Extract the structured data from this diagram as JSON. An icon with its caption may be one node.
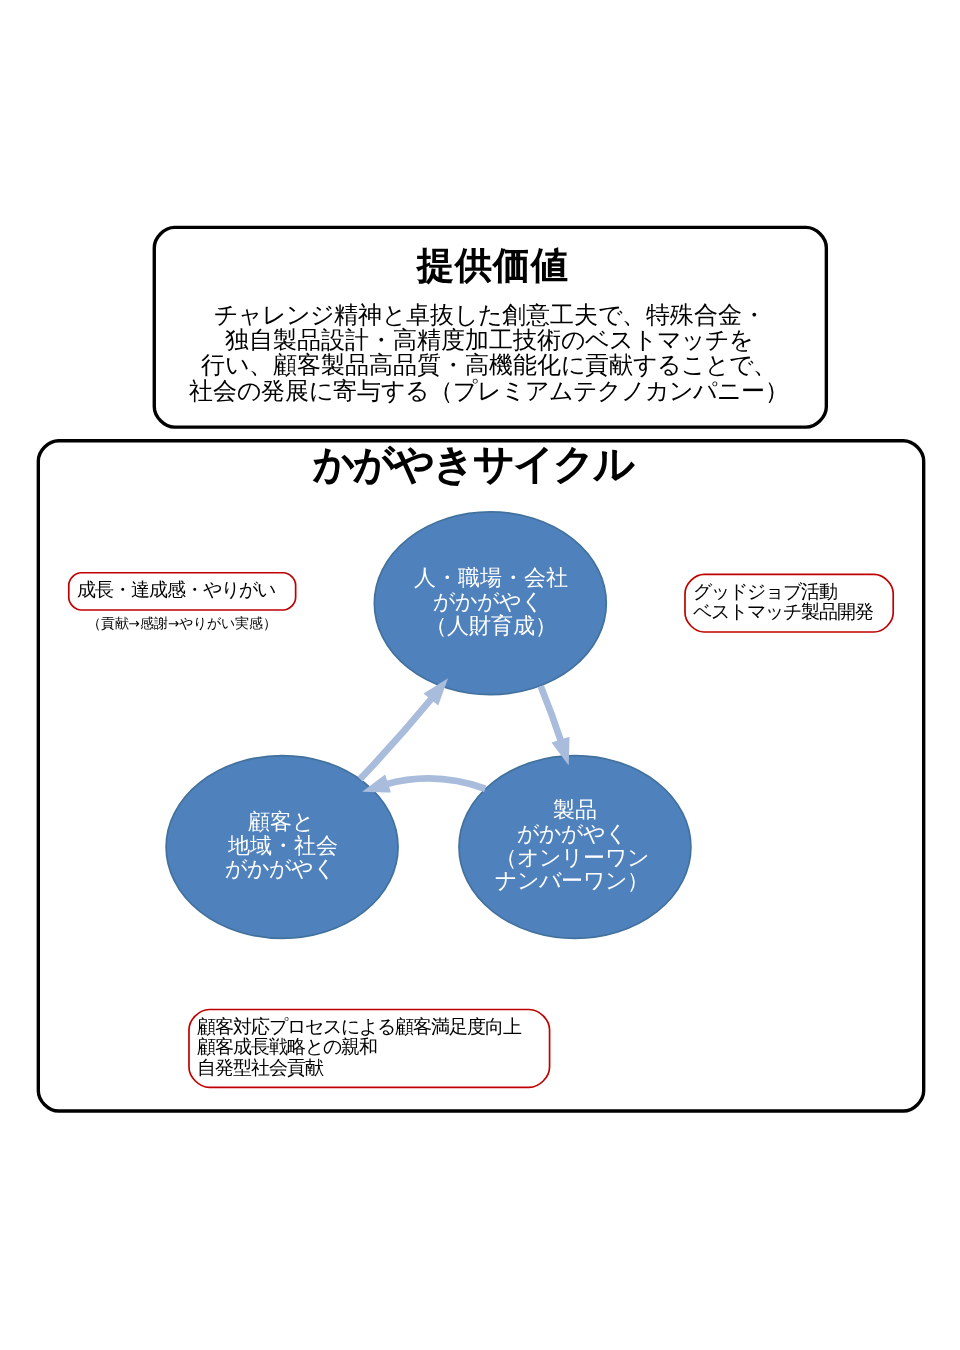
{
  "diagram": {
    "nodes": [
      {
        "text": [
          "提供価値",
          "チャレンジ精神と卓抜した創意工夫で、特殊合金・独自製品設計・高精度加工技術のベストマッチを行い、顧客製品高品質・高機能化に貢献することで、社会の発展に寄与する（プレミアムテクノカンパニー）"
        ]
      },
      {
        "text": [
          "かがやきサイクル"
        ]
      },
      {
        "text": [
          "人・職場・会社がかがやく（人財育成）"
        ],
        "in": 1
      },
      {
        "text": [
          "製品がかがやく（オンリーワンナンバーワン）"
        ],
        "in": 1
      },
      {
        "text": [
          "顧客と地域・社会がかがやく"
        ],
        "in": 1
      },
      {
        "text": [
          "グッドジョブ活動ベストマッチ製品開発"
        ],
        "in": 1
      },
      {
        "text": [
          "顧客対応プロセスによる顧客満足度向上顧客成長戦略との親和自発型社会貢献"
        ],
        "in": 1
      },
      {
        "text": [
          "成長・達成感・やりがい"
        ],
        "beside": [
          "（貢献→感謝→やりがい実感）"
        ],
        "in": 1
      }
    ],
    "edges": [
      {
        "from": 2,
        "to": 3,
        "arrow": "to"
      },
      {
        "from": 3,
        "to": 4,
        "arrow": "to"
      },
      {
        "from": 4,
        "to": 2,
        "arrow": "to"
      }
    ]
  }
}
